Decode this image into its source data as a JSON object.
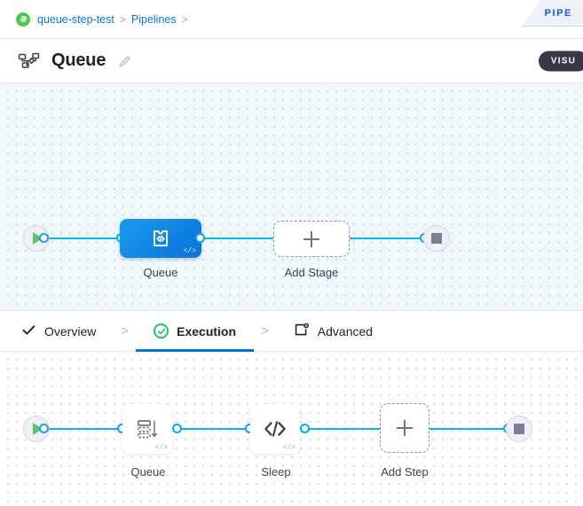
{
  "breadcrumb": {
    "project_icon": "harness-logo-icon",
    "items": [
      {
        "label": "queue-step-test",
        "sep": ">"
      },
      {
        "label": "Pipelines",
        "sep": ">"
      }
    ]
  },
  "pipeline_tab": {
    "label": "PIPE"
  },
  "header": {
    "icon": "pipeline-flow-icon",
    "title": "Queue",
    "edit_icon": "pencil-icon",
    "mode_badge": "VISU"
  },
  "stage_canvas": {
    "start_node": {
      "icon": "play-icon"
    },
    "end_node": {
      "icon": "stop-icon"
    },
    "nodes": [
      {
        "id": "stage-queue",
        "label": "Queue",
        "icon": "puzzle-code-icon",
        "badge": "</>",
        "selected": true
      },
      {
        "id": "add-stage",
        "label": "Add Stage",
        "icon": "plus-icon",
        "selected": false
      }
    ]
  },
  "stage_tabs": {
    "items": [
      {
        "label": "Overview",
        "icon": "check-icon",
        "active": false
      },
      {
        "label": "Execution",
        "icon": "check-circle-icon",
        "active": true
      },
      {
        "label": "Advanced",
        "icon": "advanced-settings-icon",
        "active": false
      }
    ],
    "separator": ">"
  },
  "execution_canvas": {
    "start_node": {
      "icon": "play-icon"
    },
    "end_node": {
      "icon": "stop-icon"
    },
    "nodes": [
      {
        "id": "step-queue",
        "label": "Queue",
        "icon": "queue-list-icon",
        "badge": "</>"
      },
      {
        "id": "step-sleep",
        "label": "Sleep",
        "icon": "code-icon",
        "badge": "</>"
      },
      {
        "id": "add-step",
        "label": "Add Step",
        "icon": "plus-icon"
      }
    ]
  },
  "colors": {
    "accent_blue": "#0278d5",
    "edge_blue": "#0bb1f2",
    "node_gradient_start": "#1a9bef",
    "node_gradient_end": "#0a72d8",
    "success_green": "#20c45e",
    "play_green": "#5fc268",
    "badge_dark": "#383846",
    "canvas_top_bg": "#f1f8fb",
    "canvas_bottom_bg": "#ffffff"
  }
}
